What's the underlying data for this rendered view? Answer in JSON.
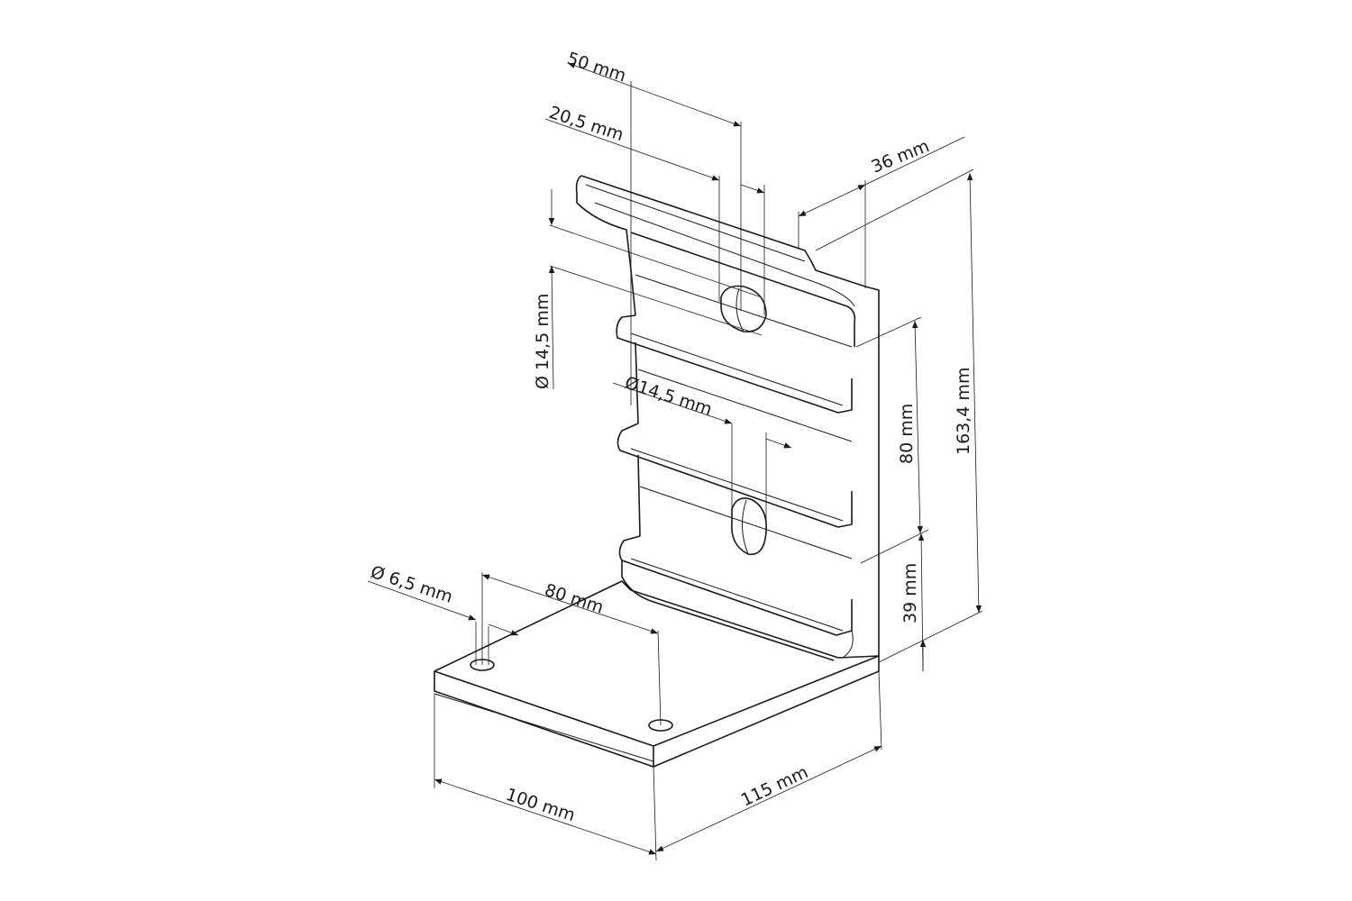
{
  "drawing": {
    "title": "L-bracket isometric dimension drawing",
    "dimensions": {
      "slot_spacing": "50 mm",
      "slot_width": "20,5 mm",
      "depth_top": "36 mm",
      "total_height": "163,4 mm",
      "upper_hole_dia": "Ø 14,5 mm",
      "lower_hole_dia": "Ø14,5 mm",
      "rib_spacing": "80 mm",
      "base_height": "39 mm",
      "base_hole_dia": "Ø 6,5 mm",
      "base_hole_spacing": "80 mm",
      "width": "100 mm",
      "base_depth": "115 mm"
    },
    "line_color": "#1a1a1a"
  }
}
